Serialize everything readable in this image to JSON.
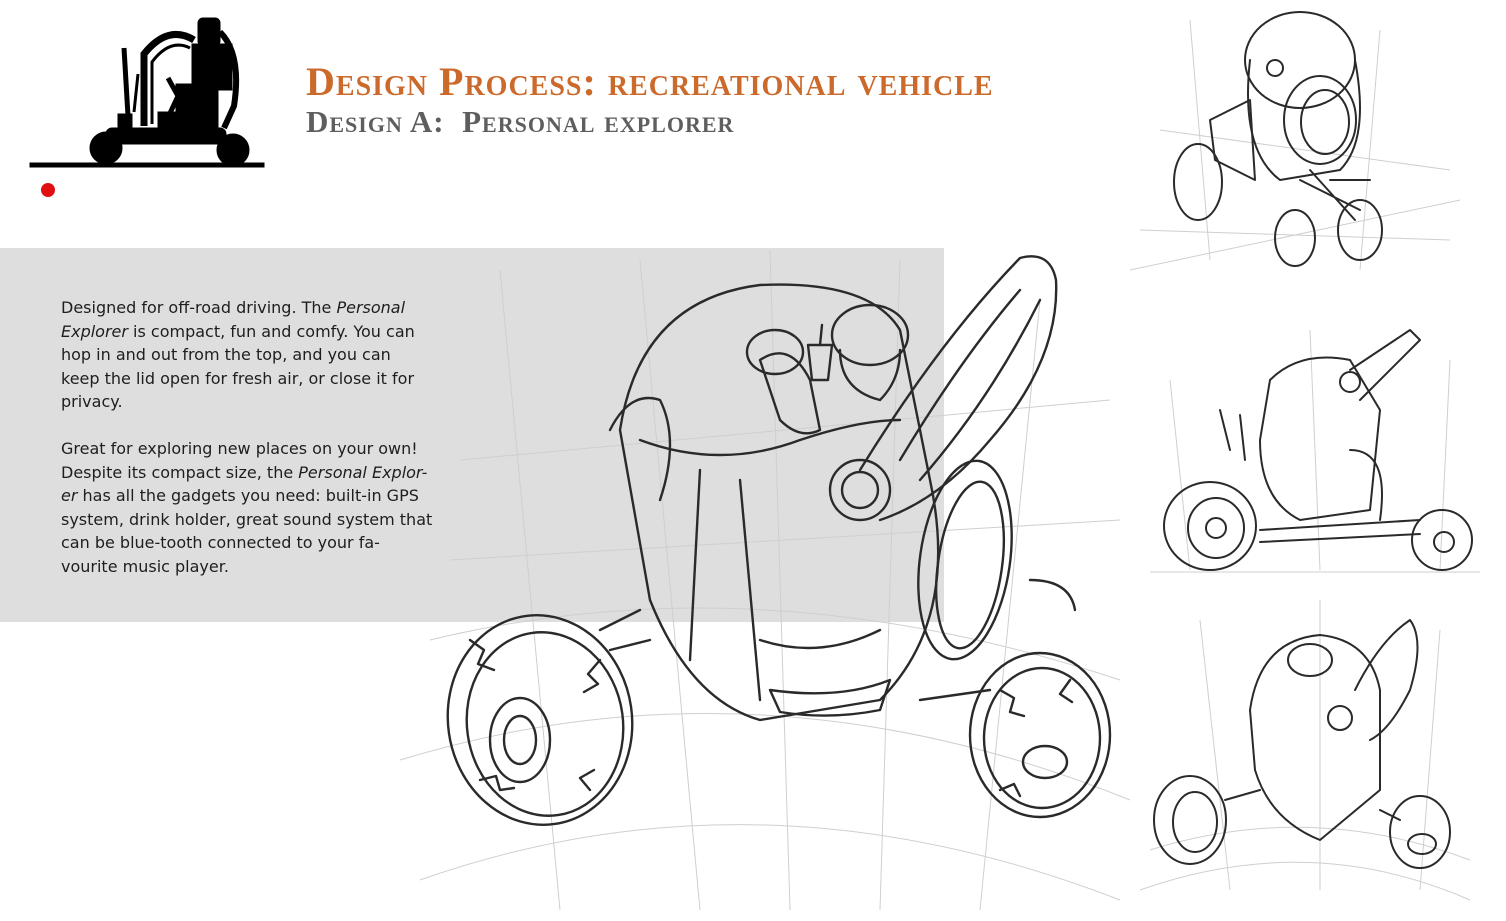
{
  "header": {
    "title": "Design Process: recreational vehicle",
    "subtitle": "Design A:  Personal explorer"
  },
  "description": {
    "p1": {
      "before": "Designed for off-road driving. The ",
      "italic": "Personal Explorer",
      "after": " is compact, fun and comfy.  You can hop in and out from the top, and you can keep the lid open for fresh air, or close it for privacy."
    },
    "p2": {
      "before": "Great for exploring new places on your own! Despite its compact size, the ",
      "italic": "Personal Explor-er",
      "after": " has all the gadgets you need: built-in GPS system, drink holder, great sound system that can be blue-tooth connected to your fa-vourite music player."
    }
  },
  "colors": {
    "title": "#cc6a2c",
    "subtitle": "#5e5e5e",
    "panel": "#dedede",
    "marker": "#e01010",
    "silhouette": "#000000",
    "sketch": "#2a2a2a"
  },
  "icons": {
    "logo": "vehicle-silhouette-icon",
    "marker": "red-dot-marker"
  }
}
